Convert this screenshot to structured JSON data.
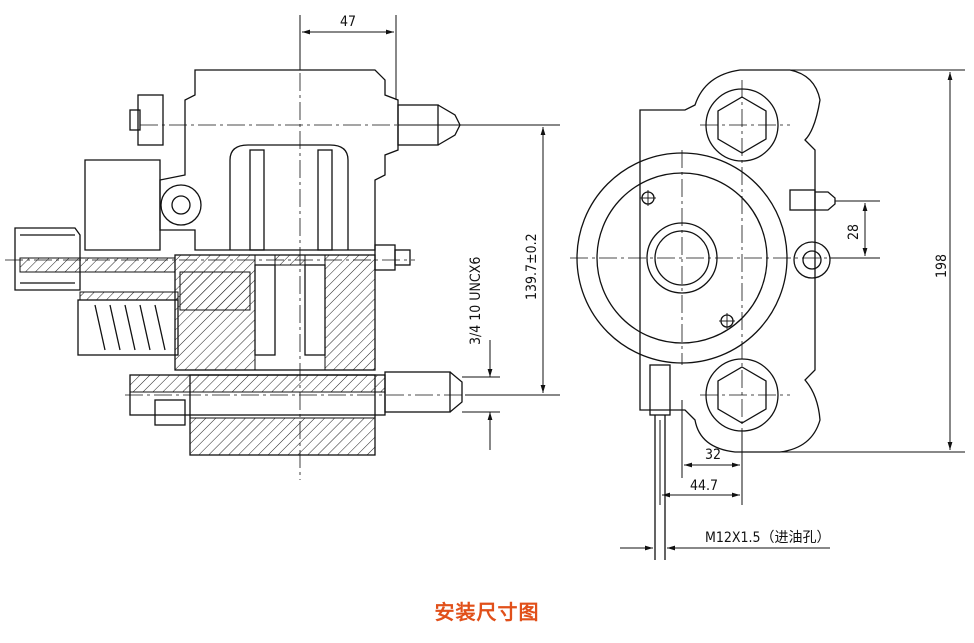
{
  "dimensions": {
    "d47": "47",
    "d139": "139.7±0.2",
    "thread": "3/4 10 UNCX6",
    "d28": "28",
    "d198": "198",
    "d32": "32",
    "d447": "44.7",
    "port": "M12X1.5（进油孔）"
  },
  "caption": "安装尺寸图",
  "colors": {
    "caption": "#e1501a",
    "line": "#111111"
  }
}
